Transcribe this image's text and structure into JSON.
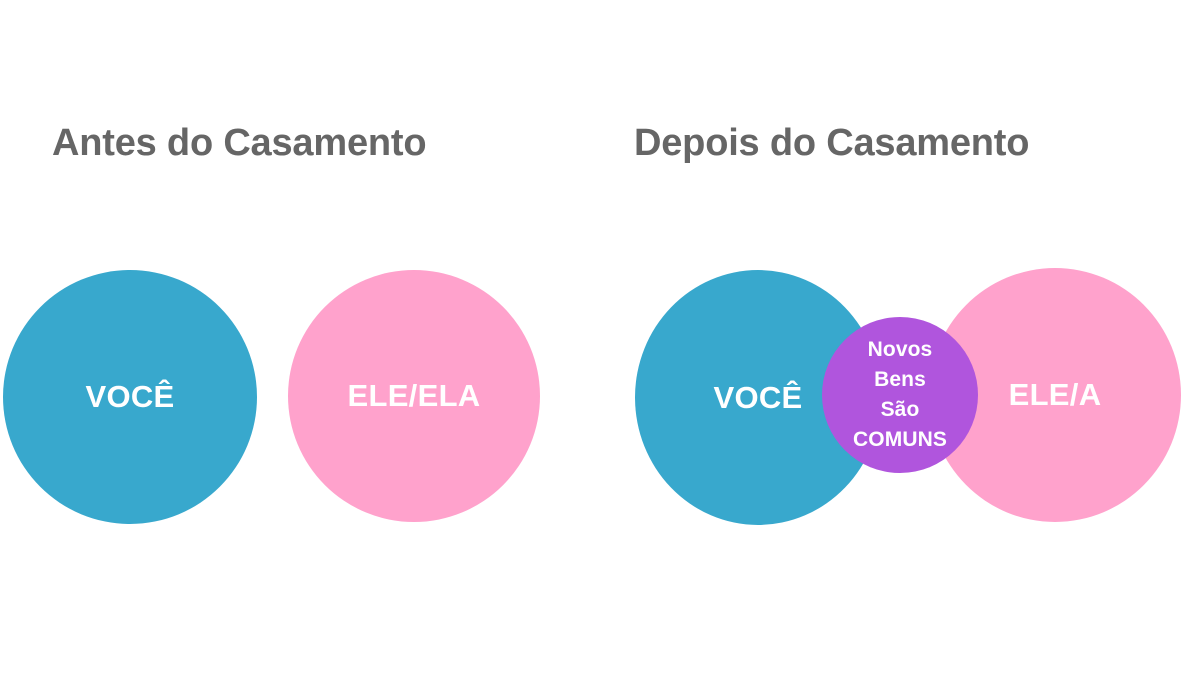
{
  "page": {
    "background_color": "#ffffff",
    "title_color": "#666666"
  },
  "colors": {
    "blue": "#38a8cd",
    "pink": "#ffa2cc",
    "purple": "#b055dd",
    "label_text": "#ffffff"
  },
  "panels": [
    {
      "id": "before",
      "title": "Antes do Casamento",
      "circles": [
        {
          "id": "you",
          "label": "VOCÊ",
          "color": "#38a8cd"
        },
        {
          "id": "partner",
          "label": "ELE/ELA",
          "color": "#ffa2cc"
        }
      ]
    },
    {
      "id": "after",
      "title": "Depois do Casamento",
      "circles": [
        {
          "id": "you",
          "label": "VOCÊ",
          "color": "#38a8cd"
        },
        {
          "id": "partner",
          "label": "ELE/A",
          "color": "#ffa2cc"
        },
        {
          "id": "overlap",
          "color": "#b055dd",
          "lines": [
            "Novos",
            "Bens",
            "São",
            "COMUNS"
          ]
        }
      ]
    }
  ]
}
